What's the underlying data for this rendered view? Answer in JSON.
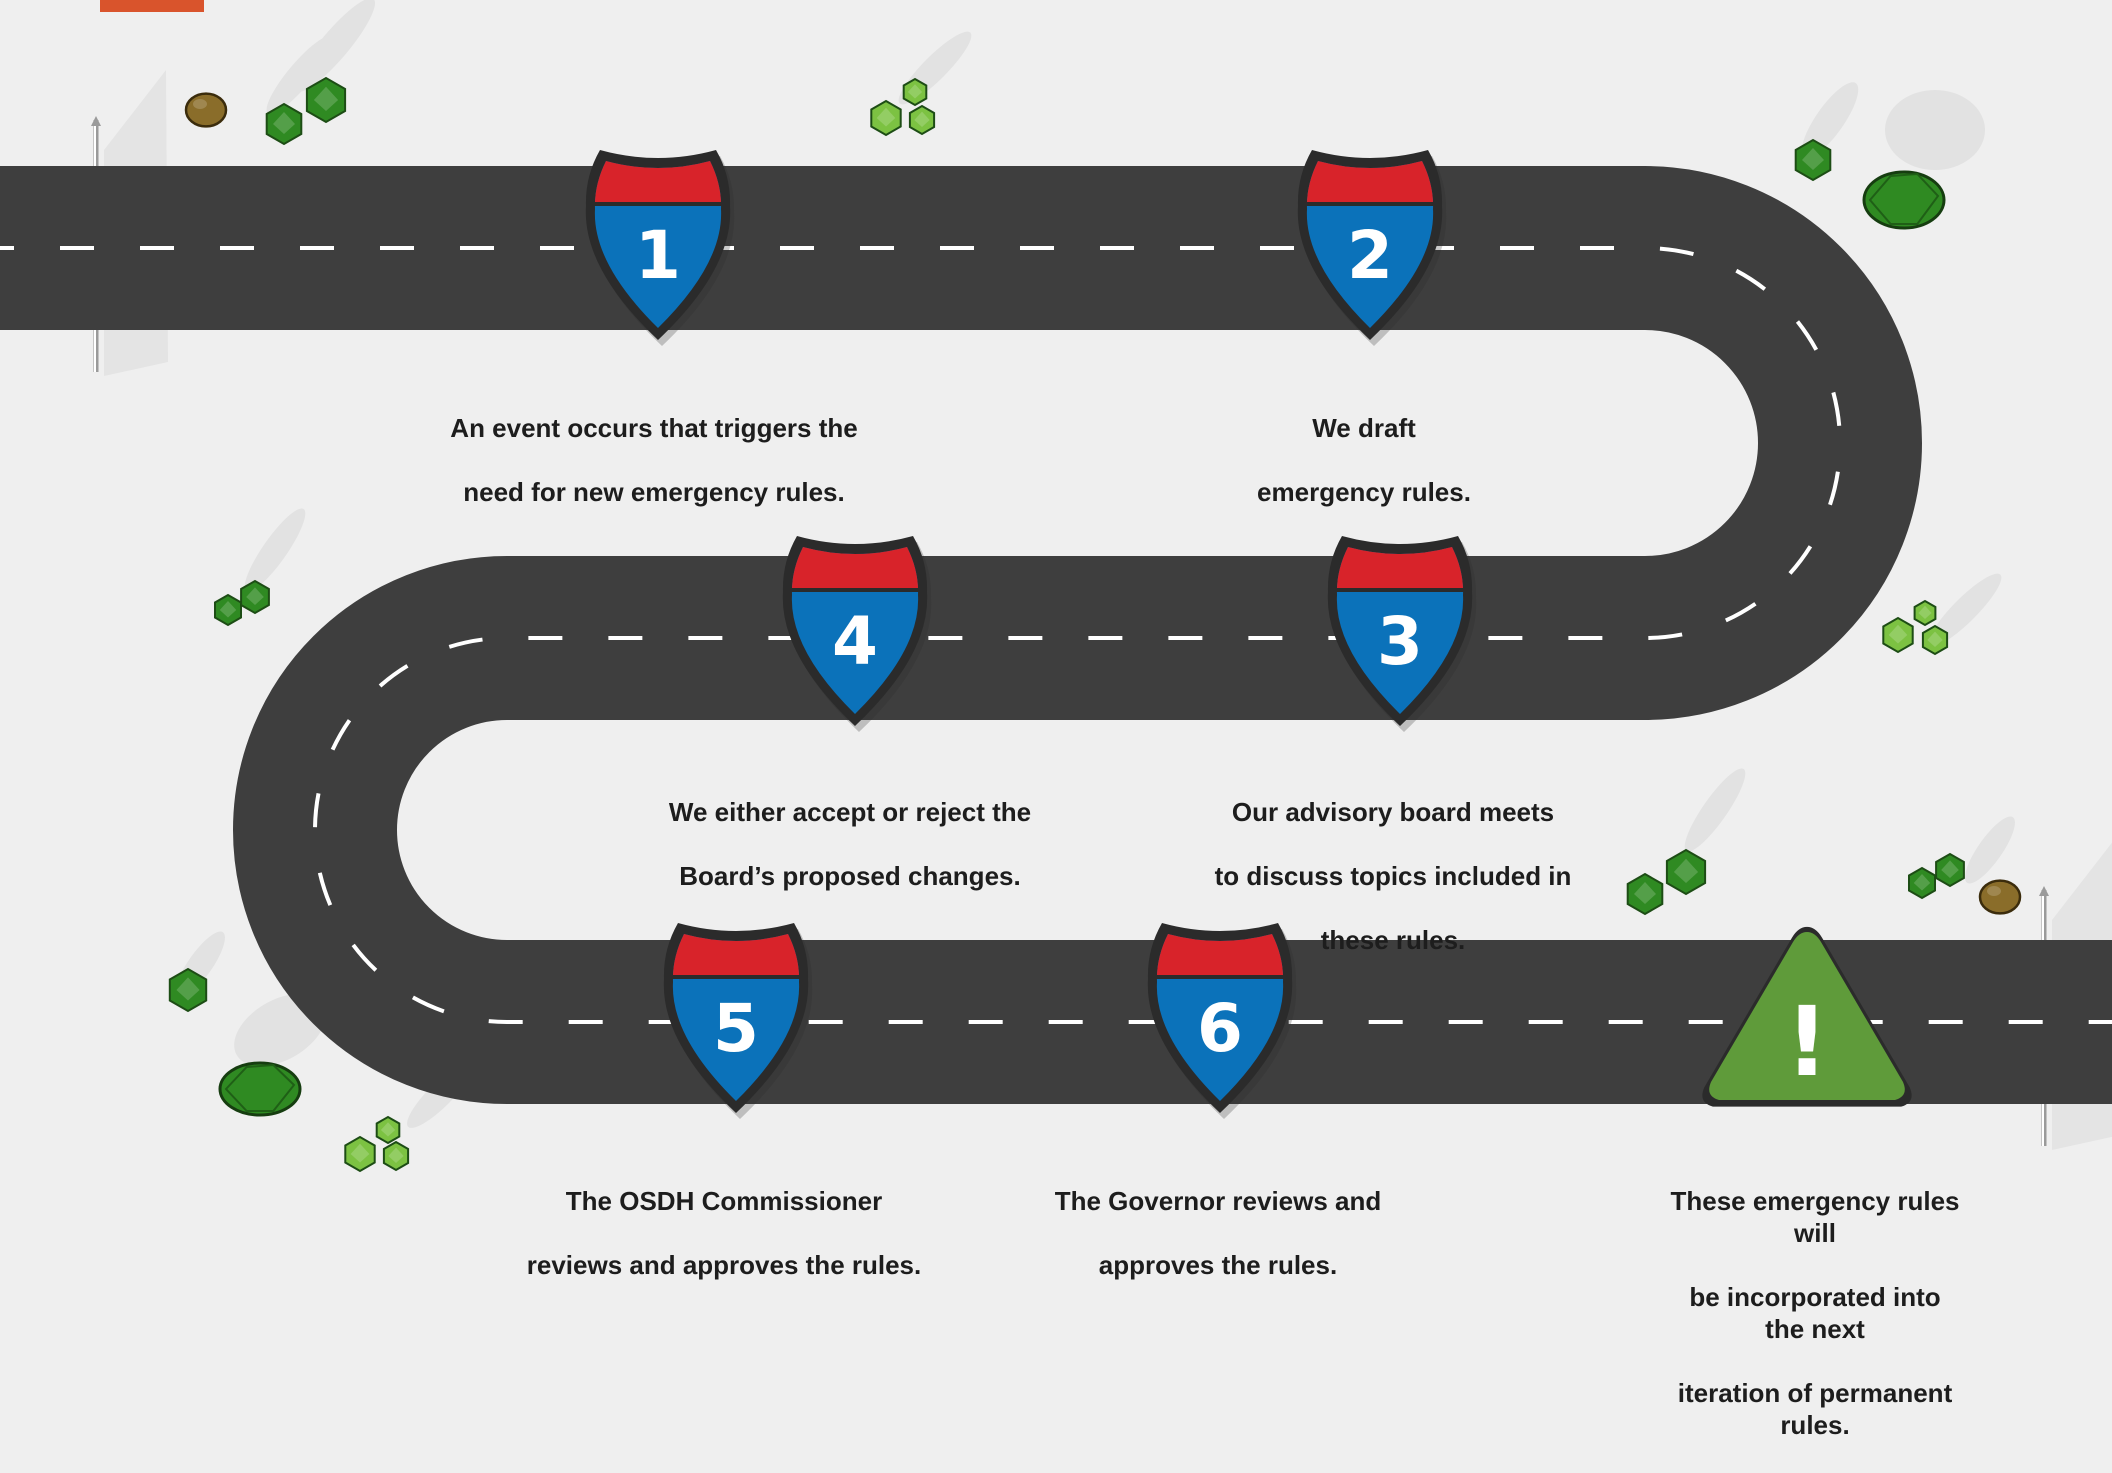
{
  "steps": [
    {
      "number": "1",
      "lines": [
        "An event occurs that triggers the",
        "need for new emergency rules."
      ]
    },
    {
      "number": "2",
      "lines": [
        "We draft",
        "emergency rules."
      ]
    },
    {
      "number": "3",
      "lines": [
        "Our advisory board meets",
        "to discuss topics included in",
        "these rules."
      ]
    },
    {
      "number": "4",
      "lines": [
        "We either accept or reject the",
        "Board’s proposed changes."
      ]
    },
    {
      "number": "5",
      "lines": [
        "The OSDH Commissioner",
        "reviews and approves the rules."
      ]
    },
    {
      "number": "6",
      "lines": [
        "The Governor reviews and",
        "approves the rules."
      ]
    }
  ],
  "final": {
    "symbol": "!",
    "lines": [
      "These emergency rules will",
      "be incorporated into the next",
      "iteration of permanent rules."
    ]
  },
  "colors": {
    "background": "#efefef",
    "road": "#3e3e3e",
    "lane_marking": "#ffffff",
    "shield_top": "#d8232a",
    "shield_bottom": "#0b72ba",
    "shield_outline": "#2b2b2b",
    "warning": "#5f9b3a",
    "accent_bar": "#d9542c",
    "bush_dark": "#2f8a22",
    "bush_light": "#7cc242",
    "rock": "#8a6d2a"
  },
  "icons": {
    "step_marker": "interstate-shield-icon",
    "final_marker": "warning-triangle-icon",
    "decor": [
      "bush-icon",
      "rock-icon",
      "road-sign-post-icon"
    ]
  }
}
